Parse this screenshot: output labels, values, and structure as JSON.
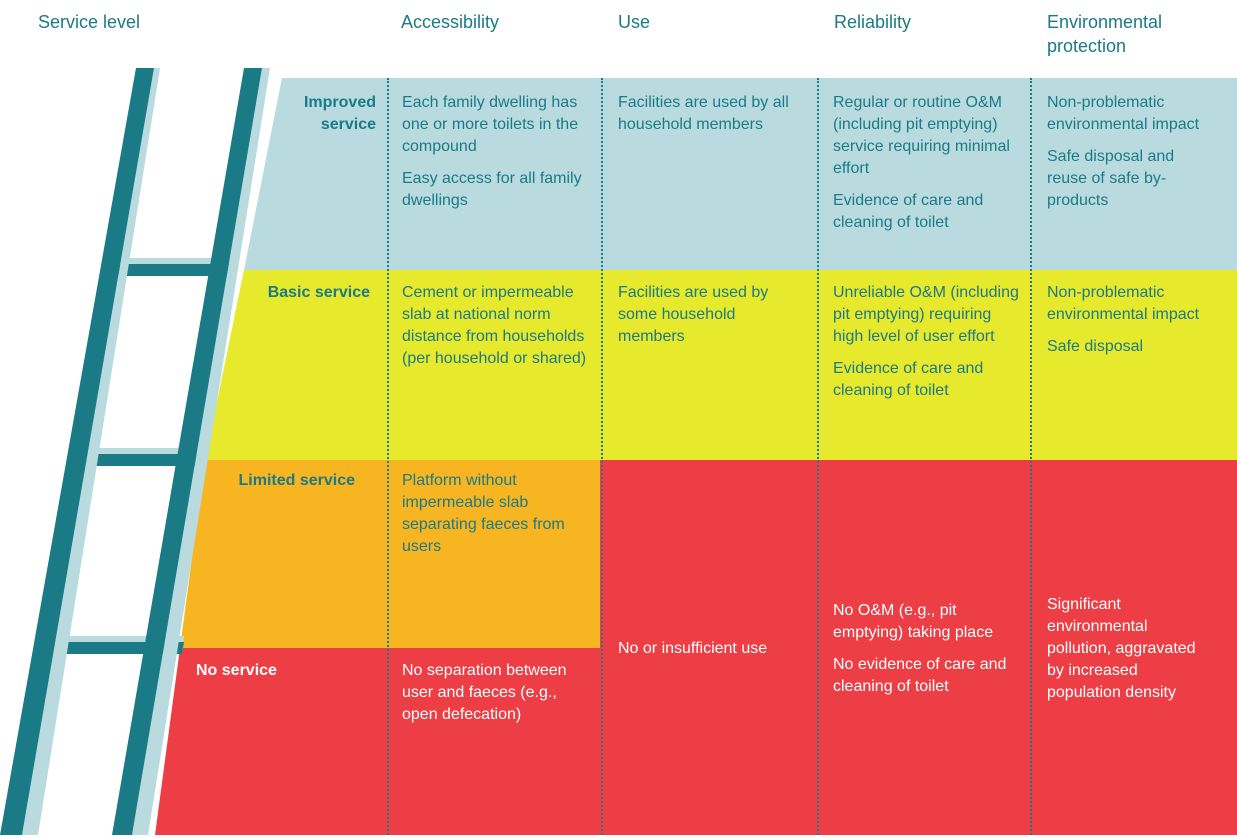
{
  "headers": {
    "service_level": "Service level",
    "accessibility": "Accessibility",
    "use": "Use",
    "reliability": "Reliability",
    "environmental": "Environmental protection"
  },
  "colors": {
    "improved": "#b9dbe0",
    "basic": "#e7e92c",
    "limited": "#f8b522",
    "none": "#ec3e44",
    "teal": "#1a7a86"
  },
  "levels": {
    "improved": "Improved service",
    "basic": "Basic service",
    "limited": "Limited service",
    "none": "No service"
  },
  "improved": {
    "accessibility": [
      "Each family dwelling has one or more toilets in the compound",
      "Easy access for all family dwellings"
    ],
    "use": [
      "Facilities are used by all household members"
    ],
    "reliability": [
      "Regular or routine O&M (including pit emptying) service requiring minimal effort",
      "Evidence of care and cleaning of toilet"
    ],
    "environmental": [
      "Non-problematic environmental impact",
      "Safe disposal and reuse of safe by-products"
    ]
  },
  "basic": {
    "accessibility": [
      "Cement or impermeable slab at national norm distance from households (per household or shared)"
    ],
    "use": [
      "Facilities are used by some household members"
    ],
    "reliability": [
      "Unreliable O&M (including pit emptying) requiring high level of user effort",
      "Evidence of care and cleaning of toilet"
    ],
    "environmental": [
      "Non-problematic environmental impact",
      "Safe disposal"
    ]
  },
  "limited": {
    "accessibility": [
      "Platform without impermeable slab separating faeces from users"
    ]
  },
  "none": {
    "accessibility": [
      "No separation between user and faeces (e.g., open defecation)"
    ],
    "use": [
      "No or insufficient use"
    ],
    "reliability": [
      "No O&M (e.g., pit emptying) taking place",
      "No evidence of care and cleaning of toilet"
    ],
    "environmental": [
      "Significant environmental pollution, aggravated by increased population density"
    ]
  }
}
